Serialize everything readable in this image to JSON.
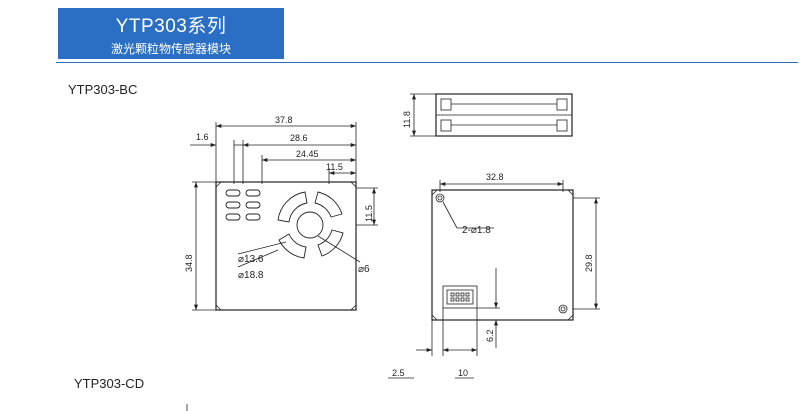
{
  "banner": {
    "title": "YTP303系列",
    "subtitle": "激光颗粒物传感器模块"
  },
  "models": {
    "bc": "YTP303-BC",
    "cd": "YTP303-CD"
  },
  "front_view": {
    "dims": {
      "width": "37.8",
      "d1": "28.6",
      "d2": "24.45",
      "d3": "11.5",
      "left_offset": "1.6",
      "height": "34.8",
      "side_offset": "11.5"
    },
    "labels": {
      "dia1": "⌀13.6",
      "dia2": "⌀18.8",
      "dia3": "⌀6"
    }
  },
  "side_view": {
    "dims": {
      "thickness": "11.8"
    }
  },
  "back_view": {
    "dims": {
      "width": "32.8",
      "height": "29.8",
      "holes": "2-⌀1.8",
      "conn_offset": "6.2",
      "conn_x": "2.5",
      "conn_w": "10"
    }
  }
}
